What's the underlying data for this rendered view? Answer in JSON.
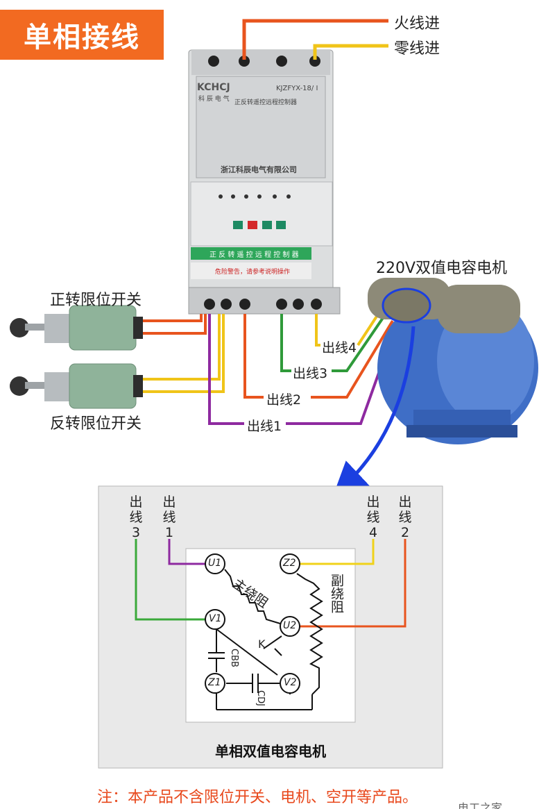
{
  "title": "单相接线",
  "supply": {
    "live_in": "火线进",
    "neutral_in": "零线进"
  },
  "motor_label": "220V双值电容电机",
  "switches": {
    "forward": "正转限位开关",
    "reverse": "反转限位开关"
  },
  "outputs": {
    "out1": "出线1",
    "out2": "出线2",
    "out3": "出线3",
    "out4": "出线4"
  },
  "controller": {
    "brand": "KCHCJ",
    "brand_sub": "科 辰 电 气",
    "model": "KJZFYX-18/ I",
    "name": "正反转遥控远程控制器",
    "band_text": "正 反 转 遥 控 远 程 控 制 器",
    "company": "浙江科辰电气有限公司",
    "warning": "危险警告，请参考说明操作"
  },
  "schematic": {
    "col3": [
      "出",
      "线",
      "3"
    ],
    "col1": [
      "出",
      "线",
      "1"
    ],
    "col4": [
      "出",
      "线",
      "4"
    ],
    "col2": [
      "出",
      "线",
      "2"
    ],
    "terminals": {
      "u1": "U1",
      "z2": "Z2",
      "v1": "V1",
      "u2": "U2",
      "z1": "Z1",
      "v2": "V2"
    },
    "main_winding": "主绕阻",
    "aux_winding": "副绕阻",
    "k": "K",
    "cbb": "CBB",
    "cdj": "CDJ",
    "caption": "单相双值电容电机"
  },
  "note": "注：本产品不含限位开关、电机、空开等产品。",
  "watermark": "电工之家",
  "colors": {
    "title_bg": "#f26a21",
    "live": "#e8541e",
    "neutral": "#f0c419",
    "out1": "#8e2aa0",
    "out2": "#e8541e",
    "out3": "#2f9a3a",
    "out4": "#f0c419",
    "arrow": "#1b3fe0",
    "note": "#e8481c",
    "motor": "#3f6ec6"
  }
}
